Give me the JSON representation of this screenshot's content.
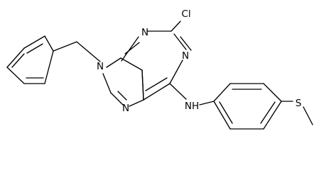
{
  "atom_labels": {
    "n9": "N",
    "n7": "N",
    "n1": "N",
    "n3": "N",
    "cl": "Cl",
    "nh": "NH",
    "s": "S"
  },
  "colors": {
    "bond": "#000000",
    "label": "#000000",
    "background": "#ffffff"
  }
}
